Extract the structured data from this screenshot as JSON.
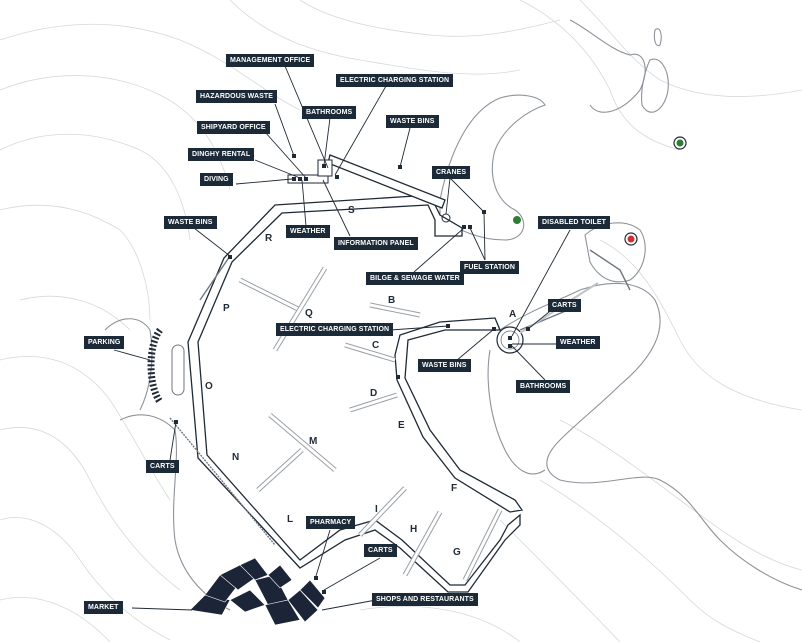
{
  "labels": {
    "management_office": "MANAGEMENT OFFICE",
    "electric_charging_top": "ELECTRIC CHARGING STATION",
    "hazardous_waste": "HAZARDOUS WASTE",
    "bathrooms_top": "BATHROOMS",
    "waste_bins_top": "WASTE BINS",
    "shipyard_office": "SHIPYARD OFFICE",
    "dinghy_rental": "DINGHY RENTAL",
    "cranes": "CRANES",
    "diving": "DIVING",
    "waste_bins_left": "WASTE BINS",
    "disabled_toilet": "DISABLED TOILET",
    "weather_top": "WEATHER",
    "information_panel": "INFORMATION PANEL",
    "bilge_sewage": "BILGE & SEWAGE WATER",
    "fuel_station": "FUEL STATION",
    "carts_right": "CARTS",
    "electric_charging_mid": "ELECTRIC CHARGING STATION",
    "parking": "PARKING",
    "weather_right": "WEATHER",
    "waste_bins_mid": "WASTE BINS",
    "bathrooms_right": "BATHROOMS",
    "carts_left": "CARTS",
    "pharmacy": "PHARMACY",
    "carts_bottom": "CARTS",
    "market": "MARKET",
    "shops_restaurants": "SHOPS AND RESTAURANTS"
  },
  "piers": {
    "A": "A",
    "B": "B",
    "C": "C",
    "D": "D",
    "E": "E",
    "F": "F",
    "G": "G",
    "H": "H",
    "I": "I",
    "L": "L",
    "M": "M",
    "N": "N",
    "O": "O",
    "P": "P",
    "Q": "Q",
    "R": "R",
    "S": "S"
  },
  "markers": {
    "green_buoy": "#2e7d32",
    "red_buoy": "#d32f2f"
  },
  "colors": {
    "label_bg": "#1b2a36",
    "building": "#1c2438"
  }
}
